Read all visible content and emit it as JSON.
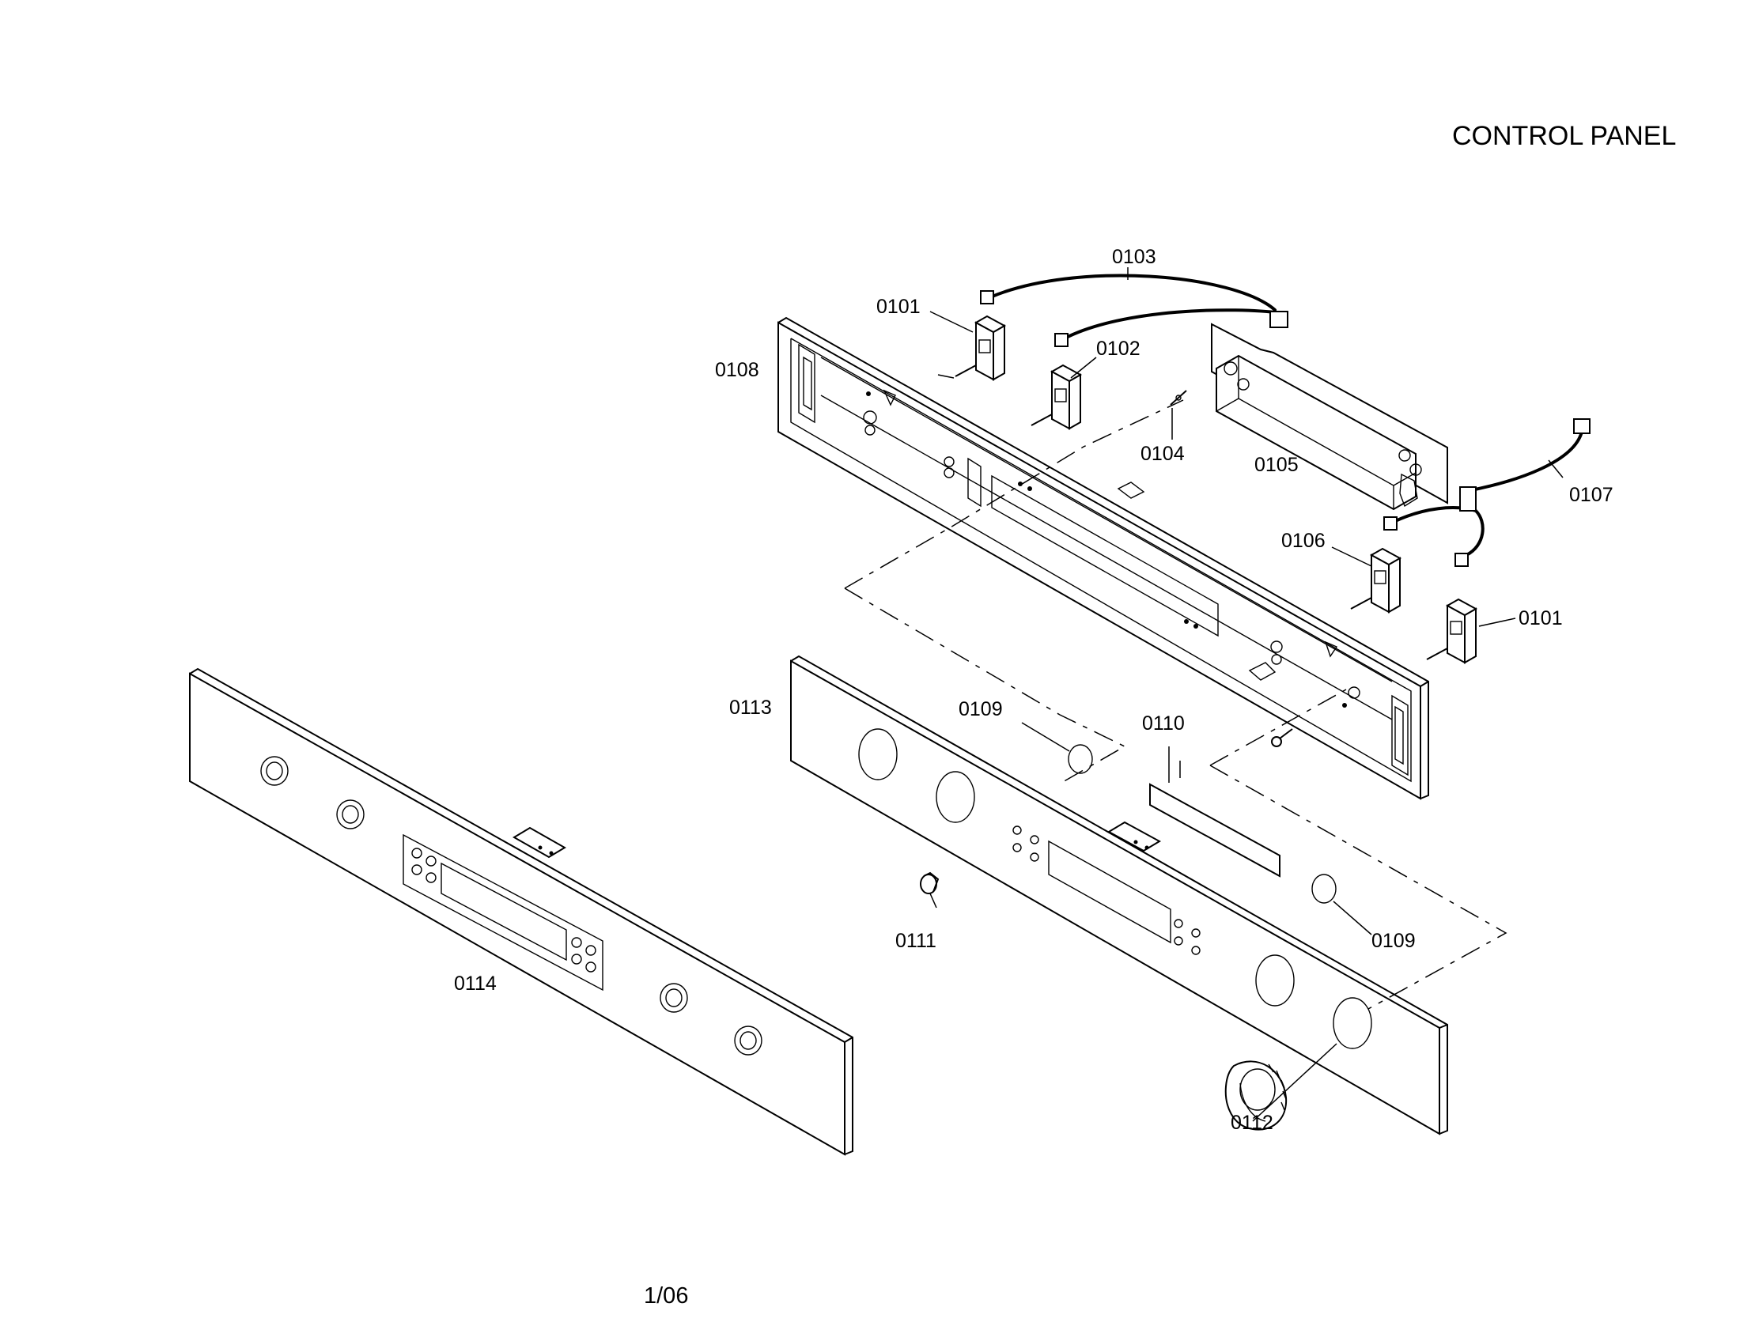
{
  "title": "CONTROL PANEL",
  "page_number": "1/06",
  "labels": {
    "p0101_top": "0101",
    "p0101_right": "0101",
    "p0102": "0102",
    "p0103": "0103",
    "p0104": "0104",
    "p0105": "0105",
    "p0106": "0106",
    "p0107": "0107",
    "p0108": "0108",
    "p0109_left": "0109",
    "p0109_right": "0109",
    "p0110": "0110",
    "p0111": "0111",
    "p0112": "0112",
    "p0113": "0113",
    "p0114": "0114"
  }
}
